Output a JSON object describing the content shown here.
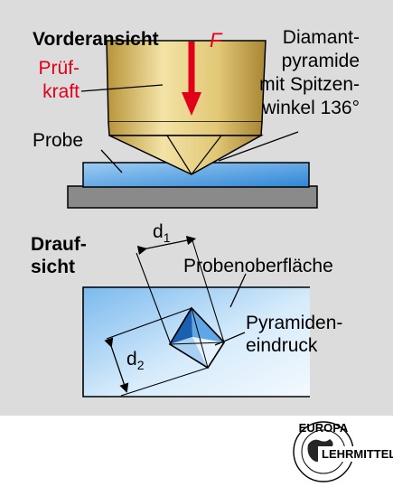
{
  "front_view": {
    "title": "Vorderansicht",
    "force_label": "F",
    "test_force_label_line1": "Prüf-",
    "test_force_label_line2": "kraft",
    "specimen_label": "Probe",
    "indenter_label_line1": "Diamant-",
    "indenter_label_line2": "pyramide",
    "indenter_label_line3": "mit Spitzen-",
    "indenter_label_line4": "winkel 136°"
  },
  "top_view": {
    "title_line1": "Drauf-",
    "title_line2": "sicht",
    "d1_symbol": "d",
    "d1_subscript": "1",
    "d2_symbol": "d",
    "d2_subscript": "2",
    "surface_label": "Probenoberfläche",
    "impression_label_line1": "Pyramiden-",
    "impression_label_line2": "eindruck"
  },
  "logo": {
    "top_text": "EUROPA",
    "bottom_text": "LEHRMITTEL"
  },
  "colors": {
    "panel_background": "#dcdcdc",
    "force_red": "#e1001a",
    "specimen_blue": "#4a9fe0",
    "indenter_gold": "#d9be6c",
    "impression_dark_blue": "#1a5fb0"
  }
}
